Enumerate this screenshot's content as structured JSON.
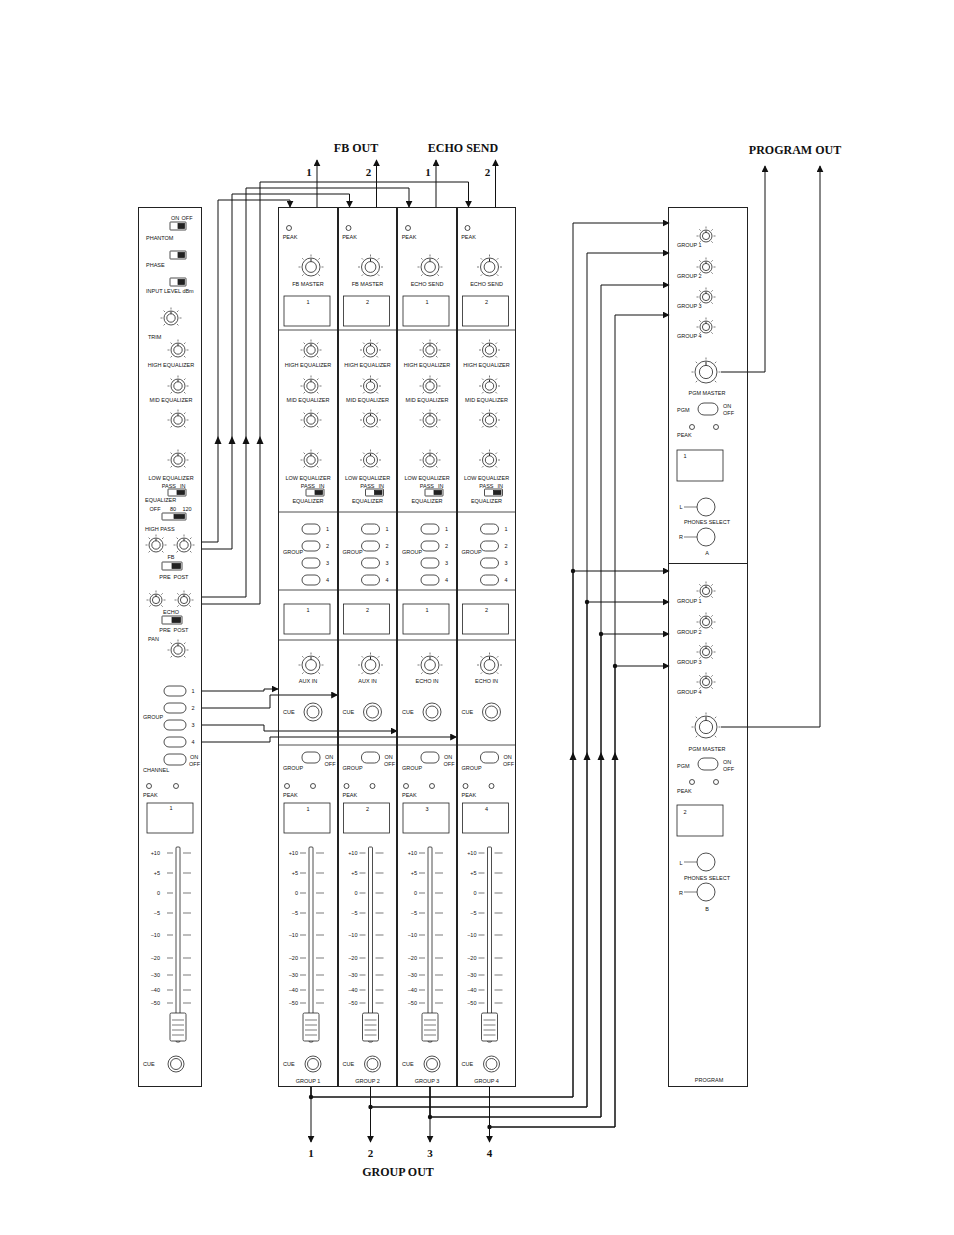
{
  "diagram": {
    "nodes": [
      {
        "text": [
          "ON",
          "OFF",
          "PHANTOM",
          "PHASE",
          "INPUT LEVEL dBm",
          "TRIM",
          "HIGH EQUALIZER",
          "MID EQUALIZER",
          "LOW EQUALIZER",
          "PASS",
          "IN",
          "EQUALIZER",
          "OFF",
          "80",
          "120",
          "HIGH PASS",
          "FB",
          "PRE",
          "POST",
          "ECHO",
          "PRE",
          "POST",
          "PAN",
          "1",
          "2",
          "3",
          "4",
          "GROUP",
          "CHANNEL",
          "ON",
          "OFF",
          "PEAK",
          "1",
          "+10",
          "+5",
          "0",
          "−5",
          "−10",
          "−20",
          "−30",
          "−40",
          "−50",
          "CUE"
        ]
      },
      {
        "text": [
          "PEAK",
          "FB MASTER",
          "1",
          "HIGH EQUALIZER",
          "MID EQUALIZER",
          "LOW EQUALIZER",
          "PASS",
          "IN",
          "EQUALIZER",
          "GROUP",
          "1",
          "2",
          "3",
          "4",
          "1",
          "AUX IN",
          "CUE",
          "GROUP",
          "ON",
          "OFF",
          "PEAK",
          "1",
          "+10",
          "+5",
          "0",
          "−5",
          "−10",
          "−20",
          "−30",
          "−40",
          "−50",
          "CUE",
          "GROUP 1"
        ]
      },
      {
        "text": [
          "PEAK",
          "FB MASTER",
          "2",
          "HIGH EQUALIZER",
          "MID EQUALIZER",
          "LOW EQUALIZER",
          "PASS",
          "IN",
          "EQUALIZER",
          "GROUP",
          "1",
          "2",
          "3",
          "4",
          "2",
          "AUX IN",
          "CUE",
          "GROUP",
          "ON",
          "OFF",
          "PEAK",
          "2",
          "+10",
          "+5",
          "0",
          "−5",
          "−10",
          "−20",
          "−30",
          "−40",
          "−50",
          "CUE",
          "GROUP 2"
        ]
      },
      {
        "text": [
          "PEAK",
          "ECHO SEND",
          "1",
          "HIGH EQUALIZER",
          "MID EQUALIZER",
          "LOW EQUALIZER",
          "PASS",
          "IN",
          "EQUALIZER",
          "GROUP",
          "1",
          "2",
          "3",
          "4",
          "1",
          "ECHO IN",
          "CUE",
          "GROUP",
          "ON",
          "OFF",
          "PEAK",
          "3",
          "+10",
          "+5",
          "0",
          "−5",
          "−10",
          "−20",
          "−30",
          "−40",
          "−50",
          "CUE",
          "GROUP 3"
        ]
      },
      {
        "text": [
          "PEAK",
          "ECHO SEND",
          "2",
          "HIGH EQUALIZER",
          "MID EQUALIZER",
          "LOW EQUALIZER",
          "PASS",
          "IN",
          "EQUALIZER",
          "GROUP",
          "1",
          "2",
          "3",
          "4",
          "2",
          "ECHO IN",
          "CUE",
          "GROUP",
          "ON",
          "OFF",
          "PEAK",
          "4",
          "+10",
          "+5",
          "0",
          "−5",
          "−10",
          "−20",
          "−30",
          "−40",
          "−50",
          "CUE",
          "GROUP 4"
        ]
      },
      {
        "text": [
          "PROGRAM"
        ]
      },
      {
        "text": [
          "GROUP 1",
          "GROUP 2",
          "GROUP 3",
          "GROUP 4",
          "PGM MASTER",
          "PGM",
          "ON",
          "OFF",
          "PEAK",
          "1",
          "L",
          "PHONES SELECT",
          "R",
          "A"
        ],
        "in": 5
      },
      {
        "text": [
          "GROUP 1",
          "GROUP 2",
          "GROUP 3",
          "GROUP 4",
          "PGM MASTER",
          "PGM",
          "ON",
          "OFF",
          "PEAK",
          "2",
          "L",
          "PHONES SELECT",
          "R",
          "B"
        ],
        "in": 5
      }
    ],
    "edges": [
      {
        "from": 0,
        "to": 1,
        "arrow": "to"
      },
      {
        "from": 0,
        "to": 2,
        "arrow": "to"
      },
      {
        "from": 0,
        "to": 3,
        "arrow": "to"
      },
      {
        "from": 0,
        "to": 4,
        "arrow": "to"
      },
      {
        "from": 0,
        "to": 1,
        "arrow": "to"
      },
      {
        "from": 0,
        "to": 2,
        "arrow": "to"
      },
      {
        "from": 0,
        "to": 3,
        "arrow": "to"
      },
      {
        "from": 0,
        "to": 4,
        "arrow": "to"
      },
      {
        "from": 1,
        "to": 6,
        "arrow": "to"
      },
      {
        "from": 1,
        "to": 7,
        "arrow": "to"
      },
      {
        "from": 2,
        "to": 6,
        "arrow": "to"
      },
      {
        "from": 2,
        "to": 7,
        "arrow": "to"
      },
      {
        "from": 3,
        "to": 6,
        "arrow": "to"
      },
      {
        "from": 3,
        "to": 7,
        "arrow": "to"
      },
      {
        "from": 4,
        "to": 6,
        "arrow": "to"
      },
      {
        "from": 4,
        "to": 7,
        "arrow": "to"
      }
    ],
    "labels": [
      "FB OUT",
      "ECHO SEND",
      "PROGRAM OUT",
      "1",
      "2",
      "1",
      "2",
      "1",
      "2",
      "3",
      "4",
      "GROUP OUT"
    ]
  }
}
